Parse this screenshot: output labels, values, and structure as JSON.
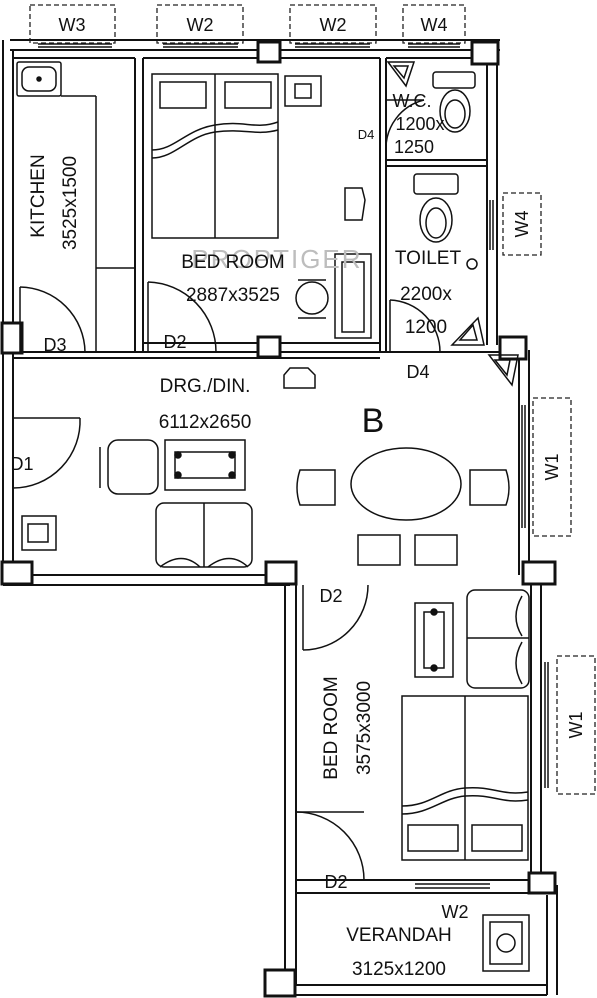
{
  "watermark": "PROPTIGER",
  "block_label": "B",
  "rooms": {
    "kitchen": {
      "name": "KITCHEN",
      "size": "3525x1500"
    },
    "bedroom_top": {
      "name": "BED ROOM",
      "size": "2887x3525"
    },
    "wc": {
      "name": "W.C.",
      "size_line1": "1200x",
      "size_line2": "1250"
    },
    "toilet": {
      "name": "TOILET",
      "size_line1": "2200x",
      "size_line2": "1200"
    },
    "drawing_dining": {
      "name": "DRG./DIN.",
      "size": "6112x2650"
    },
    "bedroom_bottom": {
      "name": "BED ROOM",
      "size": "3575x3000"
    },
    "verandah": {
      "name": "VERANDAH",
      "size": "3125x1200"
    }
  },
  "windows": {
    "top_w3": "W3",
    "top_w2_a": "W2",
    "top_w2_b": "W2",
    "top_w4": "W4",
    "toilet_w4": "W4",
    "drg_w1": "W1",
    "bed_w1": "W1",
    "verandah_w2": "W2"
  },
  "doors": {
    "kitchen_d3": "D3",
    "bedroom_d2": "D2",
    "wc_d4": "D4",
    "toilet_d4": "D4",
    "entry_d1": "D1",
    "bed_d2_top": "D2",
    "bed_d2_bottom": "D2"
  }
}
